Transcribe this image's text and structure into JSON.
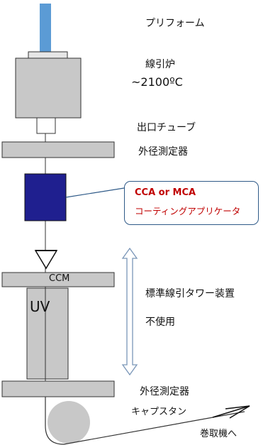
{
  "labels": {
    "preform": "プリフォーム",
    "furnace": "線引炉",
    "temperature": "~2100ºC",
    "exit_tube": "出口チューブ",
    "diameter_gauge_top": "外径測定器",
    "standard_tower": "標準線引タワー装置",
    "not_used": "不使用",
    "diameter_gauge_bottom": "外径測定器",
    "capstan": "キャプスタン",
    "to_winder": "巻取機へ"
  },
  "callout": {
    "title": "CCA or MCA",
    "subtitle": "コーティングアプリケータ"
  },
  "component_labels": {
    "ccm": "CCM",
    "uv": "UV"
  },
  "colors": {
    "preform": "#5b9bd5",
    "applicator": "#1f1f8f",
    "gray_box": "#c8c8c8",
    "outline": "#333333",
    "callout_border": "#2f5a88",
    "callout_text": "#c00000",
    "arrow_outline": "#7a96b8"
  }
}
